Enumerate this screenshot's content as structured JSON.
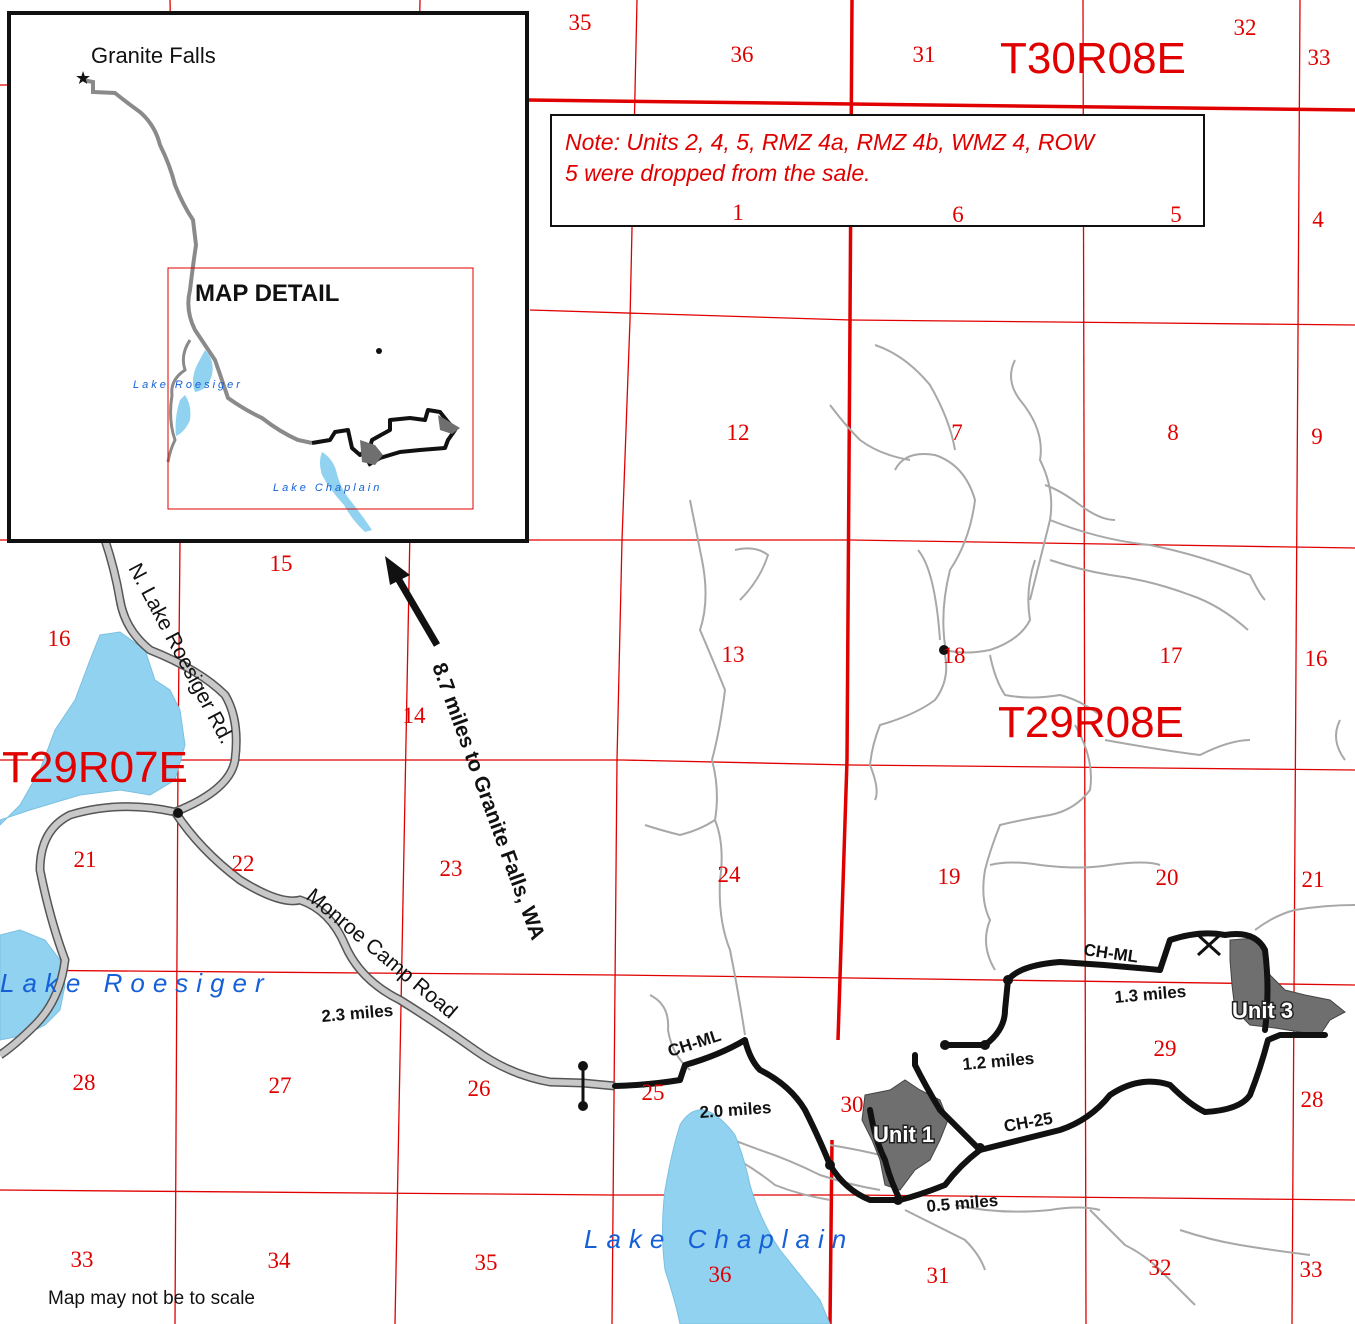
{
  "map": {
    "township_labels": {
      "t30r08e": "T30R08E",
      "t29r08e": "T29R08E",
      "t29r07e": "T29R07E"
    },
    "note": {
      "line1": "Note: Units 2, 4, 5, RMZ 4a, RMZ 4b, WMZ 4, ROW",
      "line2": "5 were dropped from the sale."
    },
    "sections": {
      "s35_top": "35",
      "s36_top": "36",
      "s31_top": "31",
      "s32_top": "32",
      "s33_top": "33",
      "s1": "1",
      "s6": "6",
      "s5": "5",
      "s4": "4",
      "s12": "12",
      "s7": "7",
      "s8": "8",
      "s9": "9",
      "s15": "15",
      "s16_left": "16",
      "s13": "13",
      "s18": "18",
      "s17": "17",
      "s16_right": "16",
      "s14": "14",
      "s21_left": "21",
      "s22": "22",
      "s23": "23",
      "s24": "24",
      "s19": "19",
      "s20": "20",
      "s21_right": "21",
      "s28_left": "28",
      "s27": "27",
      "s26": "26",
      "s25": "25",
      "s30": "30",
      "s29": "29",
      "s28_right": "28",
      "s33_bottom": "33",
      "s34": "34",
      "s35_bottom": "35",
      "s36_bottom": "36",
      "s31_bottom": "31",
      "s32_bottom": "32",
      "s33_bottom_right": "33"
    },
    "roads": {
      "n_lake_roesiger_rd": "N. Lake Roesiger Rd.",
      "monroe_camp_road": "Monroe Camp Road",
      "ch_ml_west": "CH-ML",
      "ch_ml_east": "CH-ML",
      "ch_25": "CH-25"
    },
    "distances": {
      "d_2_3": "2.3 miles",
      "d_2_0": "2.0 miles",
      "d_0_5": "0.5 miles",
      "d_1_2": "1.2 miles",
      "d_1_3": "1.3 miles",
      "to_granite_falls": "8.7 miles to Granite Falls, WA"
    },
    "units": {
      "unit1": "Unit 1",
      "unit3": "Unit 3"
    },
    "lakes": {
      "roesiger": "Lake Roesiger",
      "chaplain": "Lake Chaplain"
    },
    "scale_note": "Map may not be to scale"
  },
  "inset": {
    "town": "Granite Falls",
    "detail_label": "MAP DETAIL",
    "lake_roesiger": "Lake Roesiger",
    "lake_chaplain": "Lake Chaplain"
  },
  "colors": {
    "grid_red": "#e00000",
    "stream_gray": "#a8a8a8",
    "road_black": "#111111",
    "water": "#90d2f0",
    "unit_gray": "#6f6f6f"
  }
}
